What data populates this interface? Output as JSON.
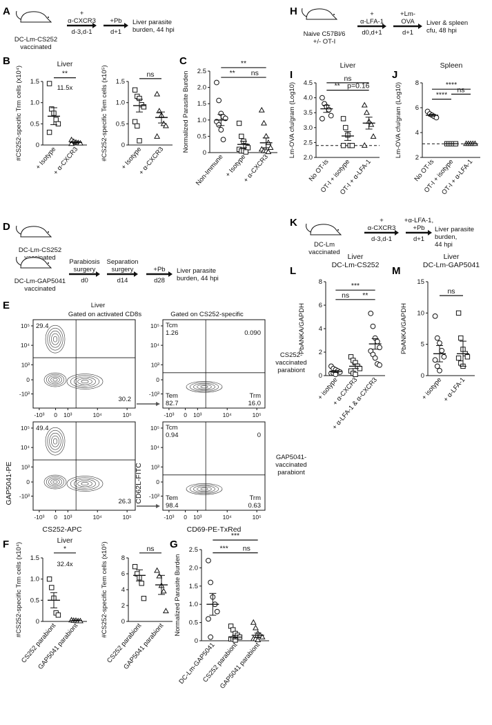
{
  "panel_labels": [
    "A",
    "B",
    "C",
    "D",
    "E",
    "F",
    "G",
    "H",
    "I",
    "J",
    "K",
    "L",
    "M"
  ],
  "panel_A": {
    "mouse_label": "DC-Lm-CS252\nvaccinated",
    "steps": [
      {
        "above": "+\nα-CXCR3",
        "below": "d-3,d-1"
      },
      {
        "above": "+Pb",
        "below": "d+1"
      }
    ],
    "result": "Liver parasite\nburden, 44 hpi"
  },
  "panel_D": {
    "mouse1": "DC-Lm-CS252\nvaccinated",
    "mouse2": "DC-Lm-GAP5041\nvaccinated",
    "steps": [
      {
        "above": "Parabiosis\nsurgery",
        "below": "d0"
      },
      {
        "above": "Separation\nsurgery",
        "below": "d14"
      },
      {
        "above": "+Pb",
        "below": "d28"
      }
    ],
    "result": "Liver parasite\nburden, 44 hpi"
  },
  "panel_H": {
    "mouse_label": "Naive C57Bl/6\n+/- OT-I",
    "steps": [
      {
        "above": "+\nα-LFA-1",
        "below": "d0,d+1"
      },
      {
        "above": "+Lm-\nOVA",
        "below": "d+1"
      }
    ],
    "result": "Liver & spleen\ncfu, 48 hpi"
  },
  "panel_K": {
    "mouse_label": "DC-Lm\nvaccinated",
    "steps": [
      {
        "above": "+\nα-CXCR3",
        "below": "d-3,d-1"
      },
      {
        "above": "+α-LFA-1,\n+Pb",
        "below": "d+1"
      }
    ],
    "result": "Liver parasite\nburden,\n44 hpi"
  },
  "panel_E": {
    "title": "Liver",
    "gate1": "Gated on activated CD8s",
    "gate2": "Gated on CS252-specific",
    "row1_label": "CS252-\nvaccinated\nparabiont",
    "row2_label": "GAP5041-\nvaccinated\nparabiont",
    "xaxis1": "CS252-APC",
    "yaxis1": "GAP5041-PE",
    "xaxis2": "CD69-PE-TxRed",
    "yaxis2": "CD62L-FITC",
    "left_ticks_x": [
      "-10³",
      "0",
      "10³",
      "10⁴",
      "10⁵"
    ],
    "left_ticks_y": [
      "10⁵",
      "10⁴",
      "10³",
      "0",
      "-10³"
    ],
    "right_ticks_x": [
      "-10³",
      "0",
      "10³",
      "10⁴",
      "10⁵"
    ],
    "right_ticks_y": [
      "10⁵",
      "10⁴",
      "10³",
      "0",
      "-10³"
    ],
    "row1": {
      "left_tl": "29.4",
      "left_br": "30.2",
      "tcm": "Tcm",
      "tcm_val": "1.26",
      "tr": "0.090",
      "tem": "Tem",
      "tem_val": "82.7",
      "trm": "Trm",
      "trm_val": "16.0"
    },
    "row2": {
      "left_tl": "49.4",
      "left_br": "26.3",
      "tcm": "Tcm",
      "tcm_val": "0.94",
      "tr": "0",
      "tem": "Tem",
      "tem_val": "98.4",
      "trm": "Trm",
      "trm_val": "0.63"
    }
  },
  "chart_data": [
    {
      "id": "B1",
      "type": "scatter",
      "title": "Liver",
      "ylabel": "#CS252-specific Trm cells (x10⁴)",
      "categories": [
        "+ Isotype",
        "+ α-CXCR3"
      ],
      "ylim": [
        0,
        1.5
      ],
      "yticks": [
        "0",
        "0.5",
        "1.0",
        "1.5"
      ],
      "series": [
        {
          "name": "+ Isotype",
          "marker": "square",
          "values": [
            1.45,
            0.85,
            0.75,
            0.6,
            0.5,
            0.3
          ],
          "mean": 0.68,
          "sem": 0.2
        },
        {
          "name": "+ α-CXCR3",
          "marker": "triangle",
          "values": [
            0.12,
            0.08,
            0.06,
            0.05,
            0.04,
            0.03
          ],
          "mean": 0.06,
          "sem": 0.02
        }
      ],
      "annotations": [
        {
          "text": "**",
          "between": [
            0,
            1
          ],
          "level": 1.62
        },
        {
          "text": "11.5x",
          "between": [
            0,
            1
          ],
          "level": 1.5
        }
      ]
    },
    {
      "id": "B2",
      "type": "scatter",
      "title": "",
      "ylabel": "#CS252-specific Tem cells (x10⁵)",
      "categories": [
        "+ Isotype",
        "+ α-CXCR3"
      ],
      "ylim": [
        0,
        1.5
      ],
      "yticks": [
        "0",
        "0.5",
        "1.0",
        "1.5"
      ],
      "series": [
        {
          "name": "+ Isotype",
          "marker": "square",
          "values": [
            1.3,
            1.15,
            1.1,
            0.95,
            0.9,
            0.55,
            0.45,
            0.1
          ],
          "mean": 0.93,
          "sem": 0.15
        },
        {
          "name": "+ α-CXCR3",
          "marker": "triangle",
          "values": [
            1.2,
            0.8,
            0.7,
            0.5,
            0.45,
            0.2
          ],
          "mean": 0.65,
          "sem": 0.13
        }
      ],
      "annotations": [
        {
          "text": "ns",
          "between": [
            0,
            1
          ],
          "level": 1.6
        }
      ]
    },
    {
      "id": "C",
      "type": "scatter",
      "title": "",
      "ylabel": "Normalized Parasite Burden",
      "categories": [
        "Non-Immune",
        "+ Isotype",
        "+ α-CXCR3"
      ],
      "ylim": [
        0,
        2.5
      ],
      "yticks": [
        "0",
        "0.5",
        "1.0",
        "1.5",
        "2.0",
        "2.5"
      ],
      "series": [
        {
          "name": "Non-Immune",
          "marker": "circle",
          "values": [
            2.15,
            1.6,
            1.2,
            1.1,
            1.05,
            0.95,
            0.85,
            0.7,
            0.4
          ],
          "mean": 1.0,
          "sem": 0.17
        },
        {
          "name": "+ Isotype",
          "marker": "square",
          "values": [
            0.9,
            0.5,
            0.35,
            0.2,
            0.15,
            0.1,
            0.05,
            0.05,
            0.02
          ],
          "mean": 0.25,
          "sem": 0.1
        },
        {
          "name": "+ α-CXCR3",
          "marker": "triangle",
          "values": [
            1.3,
            0.9,
            0.5,
            0.3,
            0.15,
            0.1,
            0.05,
            0.05,
            0.02
          ],
          "mean": 0.3,
          "sem": 0.15
        }
      ],
      "annotations": [
        {
          "text": "**",
          "between": [
            0,
            2
          ],
          "level": 2.65
        },
        {
          "text": "**",
          "between": [
            0,
            1
          ],
          "level": 2.35
        },
        {
          "text": "ns",
          "between": [
            1,
            2
          ],
          "level": 2.35
        }
      ]
    },
    {
      "id": "I",
      "type": "scatter",
      "title": "Liver",
      "ylabel": "Lm-OVA cfu/gram (Log10)",
      "categories": [
        "No OT-Is",
        "OT-I + isotype",
        "OT-I + α-LFA-1"
      ],
      "ylim": [
        2.0,
        4.5
      ],
      "yticks": [
        "2.0",
        "2.5",
        "3.0",
        "3.5",
        "4.0",
        "4.5"
      ],
      "dashed_line": 2.4,
      "series": [
        {
          "name": "No OT-Is",
          "marker": "circle",
          "values": [
            4.0,
            3.8,
            3.7,
            3.6,
            3.4,
            3.3
          ],
          "mean": 3.63,
          "sem": 0.12
        },
        {
          "name": "OT-I + isotype",
          "marker": "square",
          "values": [
            3.3,
            3.0,
            2.75,
            2.4,
            2.4,
            2.4
          ],
          "mean": 2.72,
          "sem": 0.15
        },
        {
          "name": "OT-I + α-LFA-1",
          "marker": "triangle",
          "values": [
            3.75,
            3.5,
            3.2,
            3.1,
            2.7,
            2.4
          ],
          "mean": 3.15,
          "sem": 0.2
        }
      ],
      "annotations": [
        {
          "text": "ns",
          "between": [
            0,
            2
          ],
          "level": 4.55
        },
        {
          "text": "**",
          "between": [
            0,
            1
          ],
          "level": 4.3
        },
        {
          "text": "p=0.16",
          "between": [
            1,
            2
          ],
          "level": 4.3
        }
      ]
    },
    {
      "id": "J",
      "type": "scatter",
      "title": "Spleen",
      "ylabel": "Lm-OVA cfu/gram (Log10)",
      "categories": [
        "No OT-Is",
        "OT-I + isotype",
        "OT-I + α-LFA-1"
      ],
      "ylim": [
        2,
        8
      ],
      "yticks": [
        "2",
        "4",
        "6",
        "8"
      ],
      "dashed_line": 3.1,
      "series": [
        {
          "name": "No OT-Is",
          "marker": "circle",
          "values": [
            5.7,
            5.5,
            5.4,
            5.3,
            5.2
          ],
          "mean": 5.4,
          "sem": 0.08
        },
        {
          "name": "OT-I + isotype",
          "marker": "square",
          "values": [
            3.1,
            3.1,
            3.1,
            3.1,
            3.1
          ],
          "mean": 3.1,
          "sem": 0.01
        },
        {
          "name": "OT-I + α-LFA-1",
          "marker": "triangle",
          "values": [
            3.1,
            3.1,
            3.1,
            3.1,
            3.1
          ],
          "mean": 3.1,
          "sem": 0.01
        }
      ],
      "annotations": [
        {
          "text": "****",
          "between": [
            0,
            2
          ],
          "level": 7.6
        },
        {
          "text": "****",
          "between": [
            0,
            1
          ],
          "level": 6.8
        },
        {
          "text": "ns",
          "between": [
            1,
            2
          ],
          "level": 7.2
        }
      ]
    },
    {
      "id": "L",
      "type": "scatter",
      "title": "Liver\nDC-Lm-CS252",
      "ylabel": "PbANKA/GAPDH",
      "categories": [
        "+ isotype",
        "+ α-CXCR3",
        "+ α-LFA-1\n& α-CXCR3"
      ],
      "ylim": [
        0,
        8
      ],
      "yticks": [
        "0",
        "2",
        "4",
        "6",
        "8"
      ],
      "series": [
        {
          "name": "+ isotype",
          "marker": "circle",
          "values": [
            0.8,
            0.6,
            0.5,
            0.4,
            0.3,
            0.2,
            0.2,
            0.1
          ],
          "mean": 0.35,
          "sem": 0.08
        },
        {
          "name": "+ α-CXCR3",
          "marker": "square",
          "values": [
            1.6,
            1.3,
            1.1,
            0.8,
            0.6,
            0.4,
            0.2,
            0.1
          ],
          "mean": 0.8,
          "sem": 0.2
        },
        {
          "name": "+ α-LFA-1 & α-CXCR3",
          "marker": "circle",
          "values": [
            5.3,
            4.2,
            3.2,
            2.9,
            2.4,
            2.1,
            1.8,
            1.5,
            1.0,
            0.9
          ],
          "mean": 2.7,
          "sem": 0.45
        }
      ],
      "annotations": [
        {
          "text": "***",
          "between": [
            0,
            2
          ],
          "level": 7.4
        },
        {
          "text": "ns",
          "between": [
            0,
            1
          ],
          "level": 6.6
        },
        {
          "text": "**",
          "between": [
            1,
            2
          ],
          "level": 6.6
        }
      ]
    },
    {
      "id": "M",
      "type": "scatter",
      "title": "Liver\nDC-Lm-GAP5041",
      "ylabel": "PbANKA/GAPDH",
      "categories": [
        "+ isotype",
        "+ α-LFA-1"
      ],
      "ylim": [
        0,
        15
      ],
      "yticks": [
        "0",
        "5",
        "10",
        "15"
      ],
      "series": [
        {
          "name": "+ isotype",
          "marker": "circle",
          "values": [
            9.5,
            6.0,
            5.2,
            4.0,
            3.0,
            2.5,
            1.5,
            0.8
          ],
          "mean": 3.5,
          "sem": 1.3
        },
        {
          "name": "+ α-LFA-1",
          "marker": "square",
          "values": [
            10.0,
            6.0,
            4.2,
            3.5,
            3.0,
            2.8,
            2.0,
            1.5
          ],
          "mean": 3.5,
          "sem": 2.0
        }
      ],
      "annotations": [
        {
          "text": "ns",
          "between": [
            0,
            1
          ],
          "level": 13.0
        }
      ]
    },
    {
      "id": "F1",
      "type": "scatter",
      "title": "Liver",
      "ylabel": "#CS252-specific Trm cells (x10⁴)",
      "categories": [
        "CS252 parabiont",
        "GAP5041 parabiont"
      ],
      "ylim": [
        0,
        1.5
      ],
      "yticks": [
        "0",
        "0.5",
        "1.0",
        "1.5"
      ],
      "series": [
        {
          "name": "CS252 parabiont",
          "marker": "square",
          "values": [
            1.0,
            0.8,
            0.55,
            0.2,
            0.15
          ],
          "mean": 0.5,
          "sem": 0.18
        },
        {
          "name": "GAP5041 parabiont",
          "marker": "triangle",
          "values": [
            0.03,
            0.02,
            0.02,
            0.01,
            0.01
          ],
          "mean": 0.02,
          "sem": 0.01
        }
      ],
      "annotations": [
        {
          "text": "*",
          "between": [
            0,
            1
          ],
          "level": 1.65
        },
        {
          "text": "32.4x",
          "between": [
            0,
            1
          ],
          "level": 1.5
        }
      ]
    },
    {
      "id": "F2",
      "type": "scatter",
      "title": "",
      "ylabel": "#CS252-specific Tem cells (x10⁵)",
      "categories": [
        "CS252 parabiont",
        "GAP5041 parabiont"
      ],
      "ylim": [
        0,
        8
      ],
      "yticks": [
        "0",
        "2",
        "4",
        "6",
        "8"
      ],
      "series": [
        {
          "name": "CS252 parabiont",
          "marker": "square",
          "values": [
            6.9,
            6.0,
            5.5,
            4.8,
            2.9
          ],
          "mean": 5.8,
          "sem": 0.7
        },
        {
          "name": "GAP5041 parabiont",
          "marker": "triangle",
          "values": [
            6.4,
            5.7,
            4.5,
            3.8,
            1.3
          ],
          "mean": 4.6,
          "sem": 1.2
        }
      ],
      "annotations": [
        {
          "text": "ns",
          "between": [
            0,
            1
          ],
          "level": 8.8
        }
      ]
    },
    {
      "id": "G",
      "type": "scatter",
      "title": "",
      "ylabel": "Normalized Parasite Burden",
      "categories": [
        "DC-Lm-GAP5041",
        "CS252 parabiont",
        "GAP5041 parabiont"
      ],
      "ylim": [
        0,
        2.5
      ],
      "yticks": [
        "0",
        "0.5",
        "1.0",
        "1.5",
        "2.0",
        "2.5"
      ],
      "series": [
        {
          "name": "DC-Lm-GAP5041",
          "marker": "circle",
          "values": [
            2.2,
            1.6,
            1.2,
            1.0,
            0.8,
            0.6,
            0.1
          ],
          "mean": 1.0,
          "sem": 0.3
        },
        {
          "name": "CS252 parabiont",
          "marker": "square",
          "values": [
            0.4,
            0.3,
            0.2,
            0.15,
            0.1,
            0.05,
            0.05,
            0.02
          ],
          "mean": 0.1,
          "sem": 0.05
        },
        {
          "name": "GAP5041 parabiont",
          "marker": "triangle",
          "values": [
            0.5,
            0.35,
            0.2,
            0.15,
            0.1,
            0.05,
            0.05,
            0.02
          ],
          "mean": 0.15,
          "sem": 0.06
        }
      ],
      "annotations": [
        {
          "text": "***",
          "between": [
            0,
            2
          ],
          "level": 2.8
        },
        {
          "text": "***",
          "between": [
            0,
            1
          ],
          "level": 2.45
        },
        {
          "text": "ns",
          "between": [
            1,
            2
          ],
          "level": 2.45
        }
      ]
    }
  ]
}
